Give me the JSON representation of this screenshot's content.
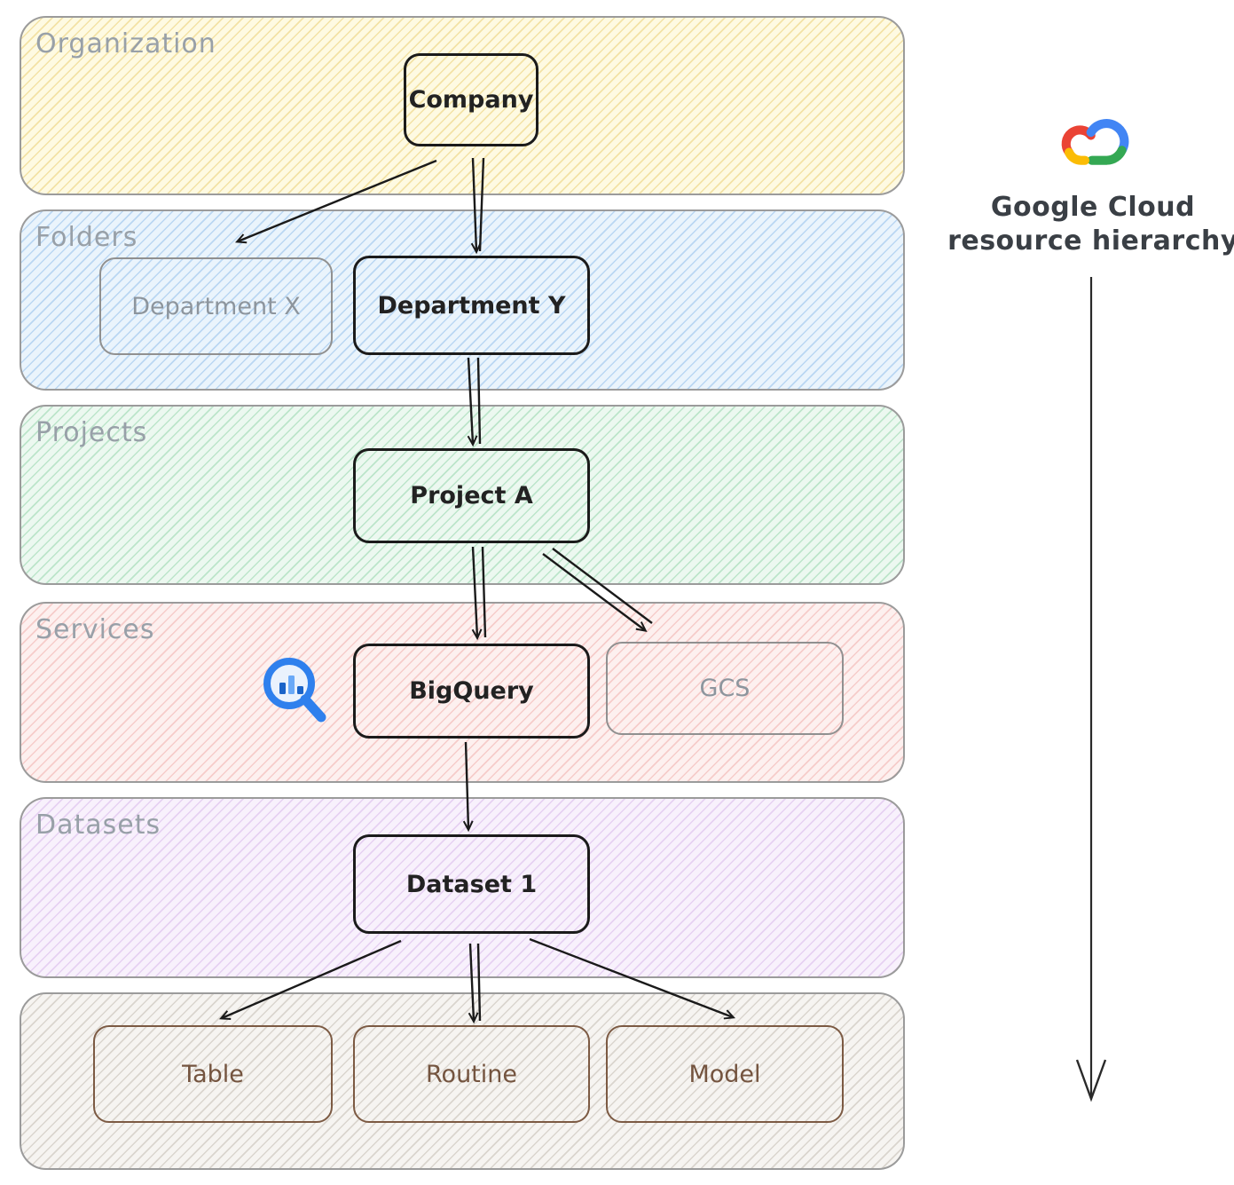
{
  "title": {
    "line1": "Google Cloud",
    "line2": "resource hierarchy"
  },
  "bands": [
    {
      "id": "organization",
      "label": "Organization",
      "color": "#fefae2"
    },
    {
      "id": "folders",
      "label": "Folders",
      "color": "#eaf4fc"
    },
    {
      "id": "projects",
      "label": "Projects",
      "color": "#ecf8f0"
    },
    {
      "id": "services",
      "label": "Services",
      "color": "#fdf0ef"
    },
    {
      "id": "datasets",
      "label": "Datasets",
      "color": "#f8f1fc"
    },
    {
      "id": "resources",
      "label": "",
      "color": "#f6f4f1"
    }
  ],
  "nodes": {
    "company": {
      "label": "Company",
      "band": "organization",
      "emphasis": "normal"
    },
    "department_x": {
      "label": "Department X",
      "band": "folders",
      "emphasis": "muted"
    },
    "department_y": {
      "label": "Department Y",
      "band": "folders",
      "emphasis": "normal"
    },
    "project_a": {
      "label": "Project A",
      "band": "projects",
      "emphasis": "normal"
    },
    "bigquery": {
      "label": "BigQuery",
      "band": "services",
      "emphasis": "normal"
    },
    "gcs": {
      "label": "GCS",
      "band": "services",
      "emphasis": "muted"
    },
    "dataset_1": {
      "label": "Dataset 1",
      "band": "datasets",
      "emphasis": "normal"
    },
    "table": {
      "label": "Table",
      "band": "resources",
      "emphasis": "resource"
    },
    "routine": {
      "label": "Routine",
      "band": "resources",
      "emphasis": "resource"
    },
    "model": {
      "label": "Model",
      "band": "resources",
      "emphasis": "resource"
    }
  },
  "edges": [
    {
      "from": "company",
      "to": "department_x"
    },
    {
      "from": "company",
      "to": "department_y"
    },
    {
      "from": "department_y",
      "to": "project_a"
    },
    {
      "from": "project_a",
      "to": "bigquery"
    },
    {
      "from": "project_a",
      "to": "gcs"
    },
    {
      "from": "bigquery",
      "to": "dataset_1"
    },
    {
      "from": "dataset_1",
      "to": "table"
    },
    {
      "from": "dataset_1",
      "to": "routine"
    },
    {
      "from": "dataset_1",
      "to": "model"
    }
  ],
  "icons": {
    "bigquery_icon": "bigquery-magnifier-chart",
    "google_cloud_logo": "google-cloud"
  },
  "colors": {
    "google_blue": "#4285F4",
    "google_red": "#EA4335",
    "google_yellow": "#FBBC05",
    "google_green": "#34A853",
    "arrow": "#1a1a1a",
    "band_label": "#98a0a8",
    "muted_node": "#8d959d",
    "resource_node": "#74543f"
  }
}
